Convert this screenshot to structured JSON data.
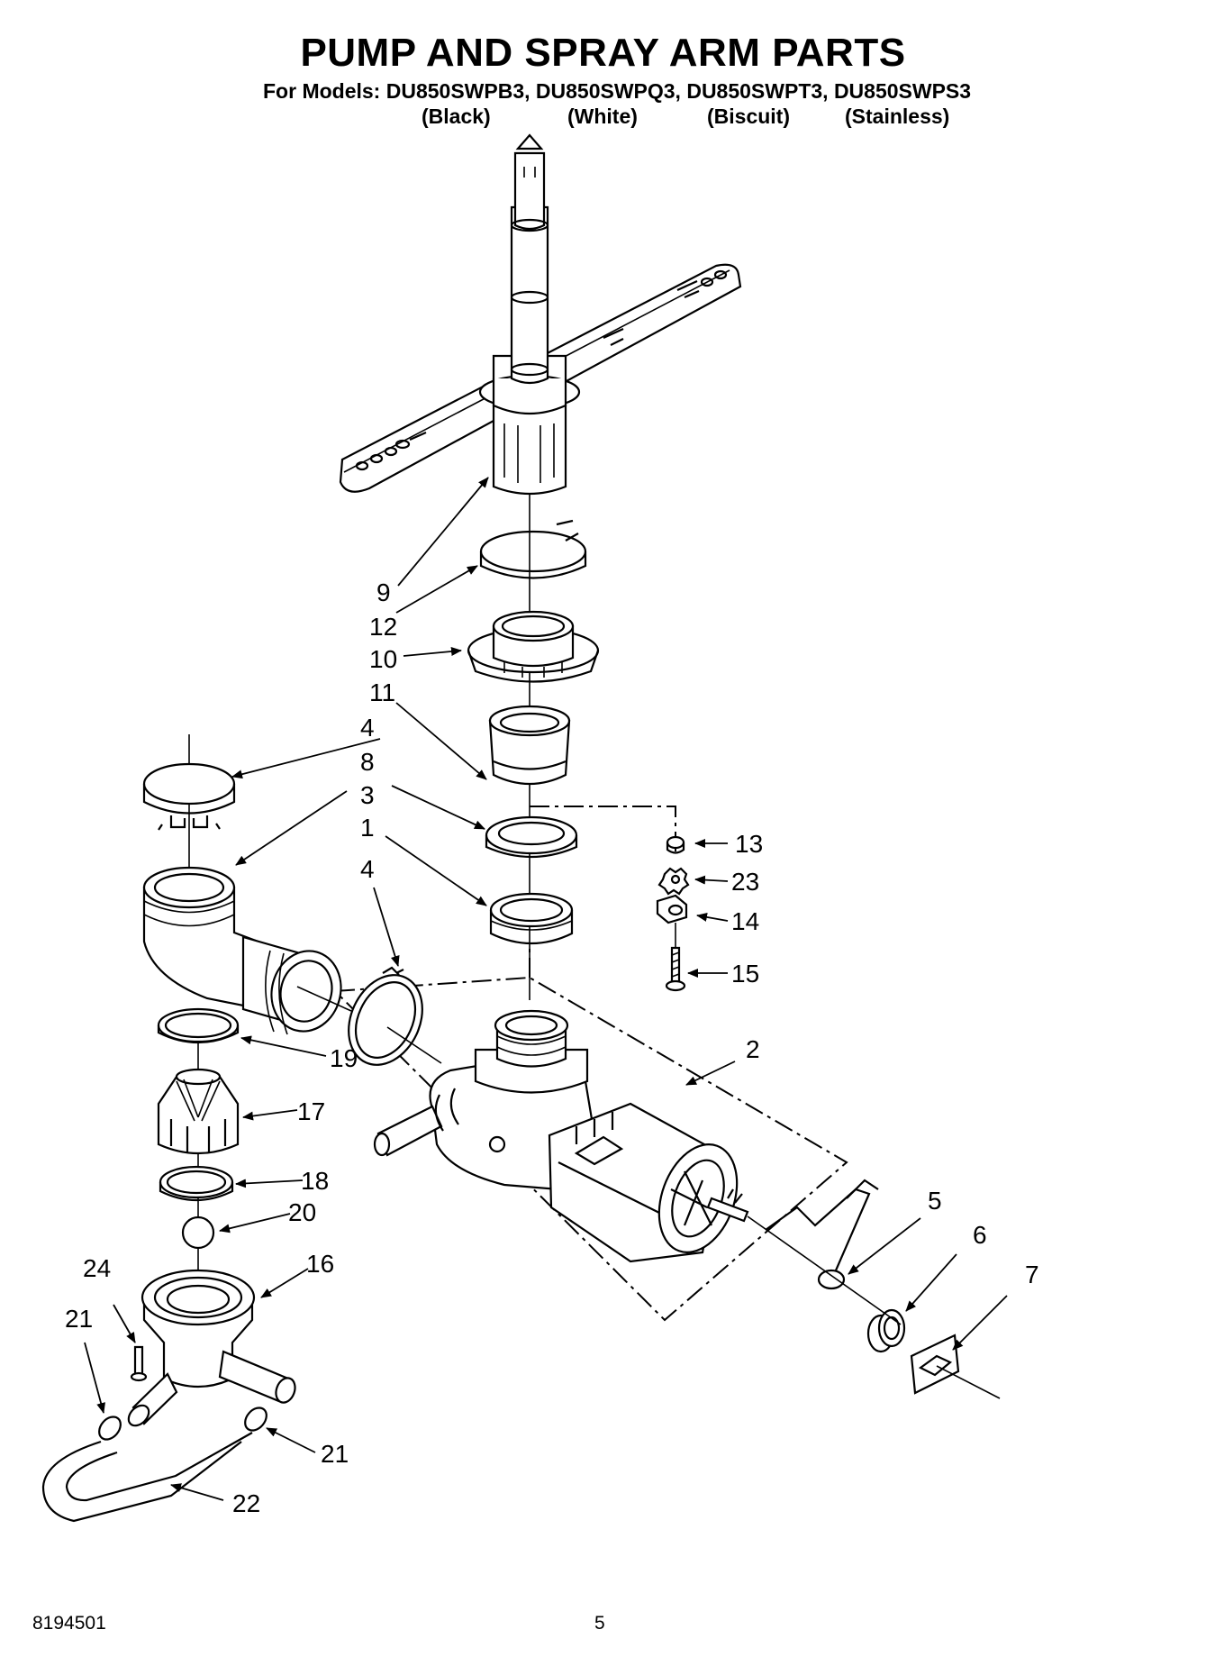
{
  "title": "PUMP AND SPRAY ARM PARTS",
  "models_line": "For Models: DU850SWPB3, DU850SWPQ3, DU850SWPT3, DU850SWPS3",
  "colors": [
    "(Black)",
    "(White)",
    "(Biscuit)",
    "(Stainless)"
  ],
  "callouts": {
    "c1": "1",
    "c2": "2",
    "c3": "3",
    "c4a": "4",
    "c4b": "4",
    "c5": "5",
    "c6": "6",
    "c7": "7",
    "c8": "8",
    "c9": "9",
    "c10": "10",
    "c11": "11",
    "c12": "12",
    "c13": "13",
    "c14": "14",
    "c15": "15",
    "c16": "16",
    "c17": "17",
    "c18": "18",
    "c19": "19",
    "c20": "20",
    "c21a": "21",
    "c21b": "21",
    "c22": "22",
    "c23": "23",
    "c24": "24"
  },
  "footer": {
    "doc_number": "8194501",
    "page_number": "5"
  }
}
